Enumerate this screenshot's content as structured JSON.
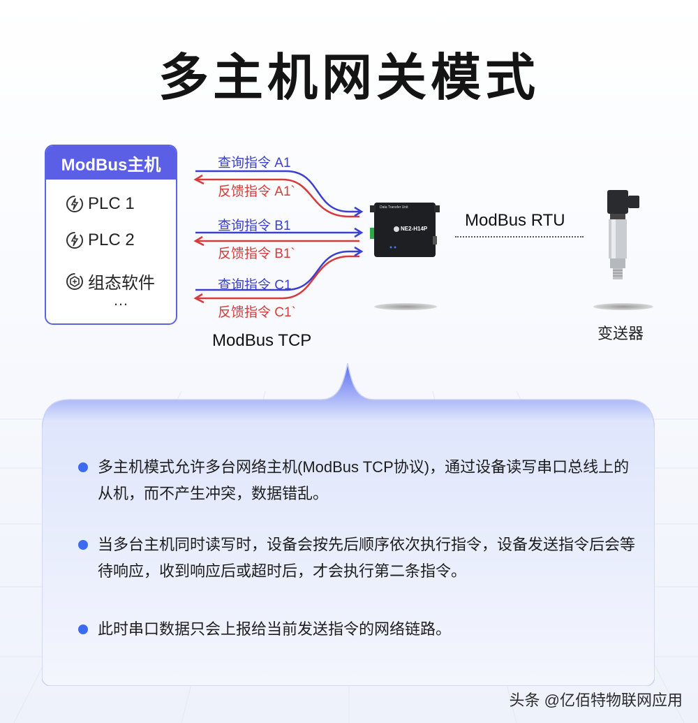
{
  "title": "多主机网关模式",
  "master": {
    "header": "ModBus主机",
    "items": [
      "PLC 1",
      "PLC 2",
      "组态软件"
    ],
    "more": "…"
  },
  "commands": [
    {
      "query": "查询指令 A1",
      "feedback": "反馈指令 A1`"
    },
    {
      "query": "查询指令 B1",
      "feedback": "反馈指令 B1`"
    },
    {
      "query": "查询指令 C1",
      "feedback": "反馈指令 C1`"
    }
  ],
  "protocols": {
    "tcp": "ModBus TCP",
    "rtu": "ModBus RTU"
  },
  "device": {
    "top_label": "Data Transfer Unit",
    "model": "NE2-H14P"
  },
  "sensor_label": "变送器",
  "bullets": [
    "多主机模式允许多台网络主机(ModBus TCP协议)，通过设备读写串口总线上的从机，而不产生冲突，数据错乱。",
    "当多台主机同时读写时，设备会按先后顺序依次执行指令，设备发送指令后会等待响应，收到响应后或超时后，才会执行第二条指令。",
    "此时串口数据只会上报给当前发送指令的网络链路。"
  ],
  "footer": "头条 @亿佰特物联网应用",
  "colors": {
    "accent": "#5a5fe6",
    "query": "#3a3fd0",
    "feedback": "#d63a3a",
    "bullet": "#3d6bf0"
  }
}
